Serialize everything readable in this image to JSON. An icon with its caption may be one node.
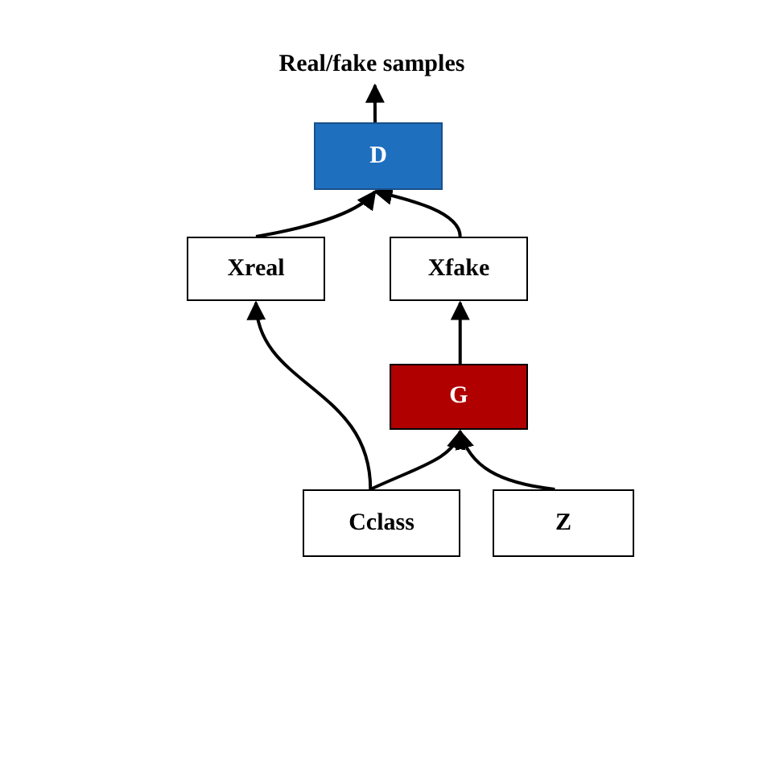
{
  "diagram": {
    "nodes": [
      {
        "text": [
          "Real/fake samples"
        ]
      },
      {
        "text": [
          "D"
        ]
      },
      {
        "text": [
          "Xreal"
        ]
      },
      {
        "text": [
          "Xfake"
        ]
      },
      {
        "text": [
          "G"
        ]
      },
      {
        "text": [
          "Cclass"
        ]
      },
      {
        "text": [
          "Z"
        ]
      }
    ],
    "edges": [
      {
        "from": 1,
        "to": 0,
        "arrow": "to"
      },
      {
        "from": 2,
        "to": 1,
        "arrow": "to"
      },
      {
        "from": 3,
        "to": 1,
        "arrow": "to"
      },
      {
        "from": 4,
        "to": 3,
        "arrow": "to"
      },
      {
        "from": 5,
        "to": 2,
        "arrow": "to"
      },
      {
        "from": 5,
        "to": 4,
        "arrow": "to"
      },
      {
        "from": 6,
        "to": 4,
        "arrow": "to"
      }
    ]
  }
}
